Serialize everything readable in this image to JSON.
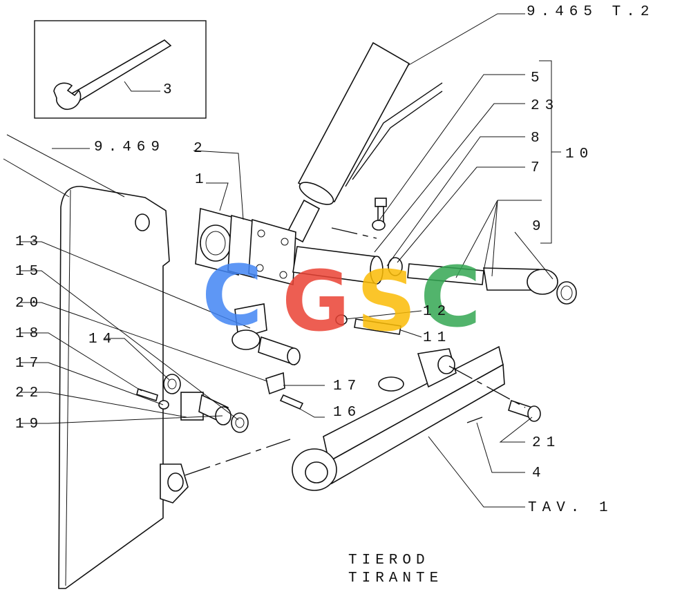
{
  "title": {
    "line1": "TIEROD",
    "line2": "TIRANTE"
  },
  "refs": {
    "ref_9465": "9.465 T.2",
    "ref_9469": "9.469",
    "tav": "TAV. 1"
  },
  "callouts": {
    "c1": "1",
    "c2": "2",
    "c3": "3",
    "c4": "4",
    "c5": "5",
    "c7": "7",
    "c8": "8",
    "c9": "9",
    "c10": "10",
    "c11": "11",
    "c12": "12",
    "c13": "13",
    "c14": "14",
    "c15": "15",
    "c16": "16",
    "c17a": "17",
    "c17b": "17",
    "c18": "18",
    "c19": "19",
    "c20": "20",
    "c21": "21",
    "c22": "22",
    "c23": "23"
  },
  "watermark": {
    "letters": [
      "C",
      "G",
      "S",
      "C"
    ],
    "colors": [
      "#4285F4",
      "#EA4335",
      "#FBBC05",
      "#34A853"
    ]
  }
}
